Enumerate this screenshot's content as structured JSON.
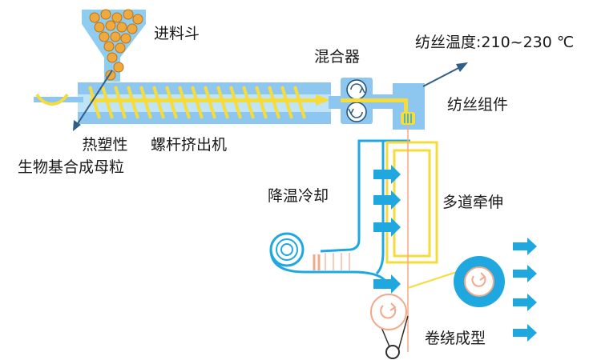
{
  "labels": {
    "hopper": "进料斗",
    "mixer": "混合器",
    "spin_temp": "纺丝温度:210~230 ℃",
    "spin_pack": "纺丝组件",
    "extruder": "螺杆挤出机",
    "material_line1": "热塑性",
    "material_line2": "生物基合成母粒",
    "cooling": "降温冷却",
    "drawing": "多道牵伸",
    "winding": "卷绕成型"
  },
  "colors": {
    "blue": "#1fa8e0",
    "light_blue": "#8ecdf0",
    "yellow": "#f5dc3c",
    "orange_pellet": "#f0a93c",
    "salmon": "#f2a98a",
    "dark_arrow": "#2f5e86",
    "barrel": "#8dc6ee"
  }
}
